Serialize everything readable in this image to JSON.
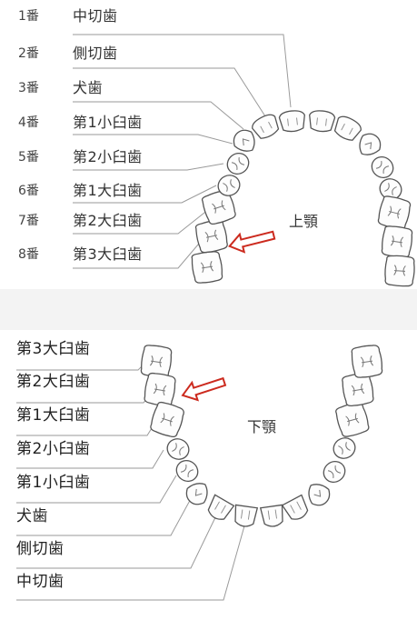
{
  "upper": {
    "jaw_label": "上顎",
    "rows": [
      {
        "num": "1番",
        "name": "中切歯"
      },
      {
        "num": "2番",
        "name": "側切歯"
      },
      {
        "num": "3番",
        "name": "犬歯"
      },
      {
        "num": "4番",
        "name": "第1小臼歯"
      },
      {
        "num": "5番",
        "name": "第2小臼歯"
      },
      {
        "num": "6番",
        "name": "第1大臼歯"
      },
      {
        "num": "7番",
        "name": "第2大臼歯"
      },
      {
        "num": "8番",
        "name": "第3大臼歯"
      }
    ]
  },
  "lower": {
    "jaw_label": "下顎",
    "rows": [
      {
        "name": "第3大臼歯"
      },
      {
        "name": "第2大臼歯"
      },
      {
        "name": "第1大臼歯"
      },
      {
        "name": "第2小臼歯"
      },
      {
        "name": "第1小臼歯"
      },
      {
        "name": "犬歯"
      },
      {
        "name": "側切歯"
      },
      {
        "name": "中切歯"
      }
    ]
  },
  "colors": {
    "arrow": "#cc2a1e",
    "tooth_stroke": "#555555",
    "leader": "#9a9a9a",
    "separator": "#f3f3f3"
  }
}
